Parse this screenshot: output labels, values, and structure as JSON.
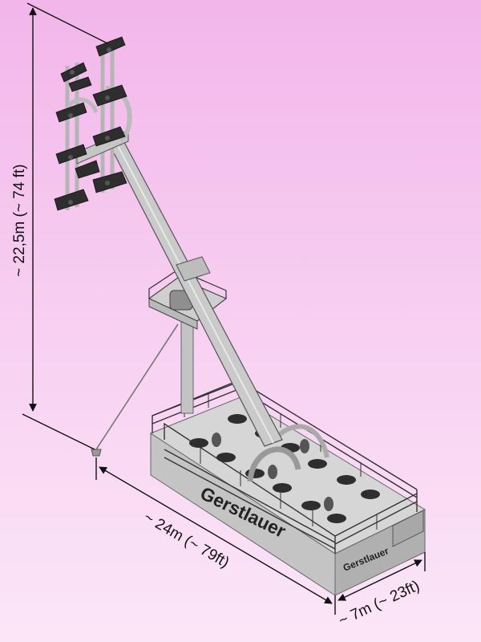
{
  "dimensions": {
    "height_label": "~ 22,5m (~ 74 ft)",
    "length_label": "~ 24m (~ 79ft)",
    "width_label": "~ 7m (~ 23ft)"
  },
  "branding": {
    "side_name": "Gerstlauer",
    "end_name": "Gerstlauer"
  },
  "colors": {
    "background_top": "#f2b6ea",
    "background_bottom": "#fbe6f7",
    "structure": "#c9c9c9",
    "seats": "#2e2e2e",
    "dimension_lines": "#111111"
  }
}
